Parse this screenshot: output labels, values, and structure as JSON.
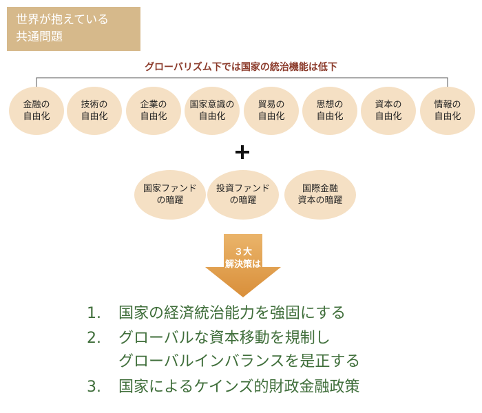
{
  "title_box": {
    "line1": "世界が抱えている",
    "line2": "共通問題"
  },
  "subtitle": "グローバリズム下では国家の統治機能は低下",
  "row1_items": [
    {
      "line1": "金融の",
      "line2": "自由化"
    },
    {
      "line1": "技術の",
      "line2": "自由化"
    },
    {
      "line1": "企業の",
      "line2": "自由化"
    },
    {
      "line1": "国家意識の",
      "line2": "自由化"
    },
    {
      "line1": "貿易の",
      "line2": "自由化"
    },
    {
      "line1": "思想の",
      "line2": "自由化"
    },
    {
      "line1": "資本の",
      "line2": "自由化"
    },
    {
      "line1": "情報の",
      "line2": "自由化"
    }
  ],
  "plus_symbol": "+",
  "row2_items": [
    {
      "line1": "国家ファンド",
      "line2": "の暗躍"
    },
    {
      "line1": "投資ファンド",
      "line2": "の暗躍"
    },
    {
      "line1": "国際金融",
      "line2": "資本の暗躍"
    }
  ],
  "arrow_label": {
    "line1": "３大",
    "line2": "解決策は"
  },
  "solutions": [
    {
      "num": "1.",
      "text": "国家の経済統治能力を強固にする"
    },
    {
      "num": "2.",
      "text": "グローバルな資本移動を規制し"
    },
    {
      "num": "",
      "text": "グローバルインバランスを是正する"
    },
    {
      "num": "3.",
      "text": "国家によるケインズ的財政金融政策"
    }
  ],
  "colors": {
    "title_bg": "#d6b98b",
    "ellipse_fill": "#f5e0c4",
    "subtitle_text": "#8b3a2a",
    "arrow_fill": "#e2a455",
    "solution_text": "#3f6e3a"
  }
}
